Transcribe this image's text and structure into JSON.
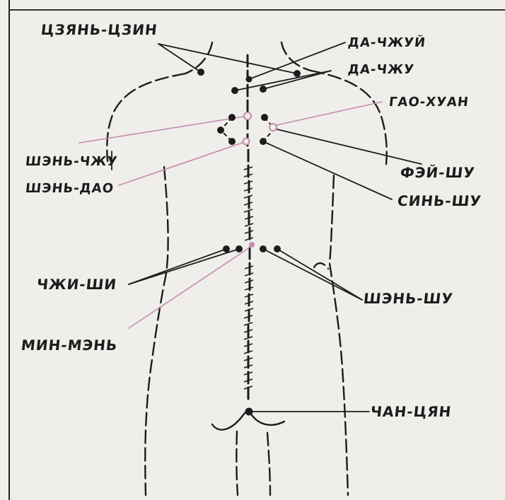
{
  "colors": {
    "ink": "#1c1c1c",
    "accent_line": "#c48bb0",
    "paper": "#efeeea"
  },
  "labels": {
    "czyan_czin": "ЦЗЯНЬ-ЦЗИН",
    "da_chzhuy": "ДА-ЧЖУЙ",
    "da_chzhu": "ДА-ЧЖУ",
    "gao_huan": "ГАО-ХУАН",
    "shen_chzhu": "ШЭНЬ-ЧЖУ",
    "shen_dao": "ШЭНЬ-ДАО",
    "fey_shu": "ФЭЙ-ШУ",
    "sin_shu": "СИНЬ-ШУ",
    "chzhi_shi": "ЧЖИ-ШИ",
    "shen_shu": "ШЭНЬ-ШУ",
    "min_men": "МИН-МЭНЬ",
    "chan_czyan": "ЧАН-ЦЯН"
  }
}
